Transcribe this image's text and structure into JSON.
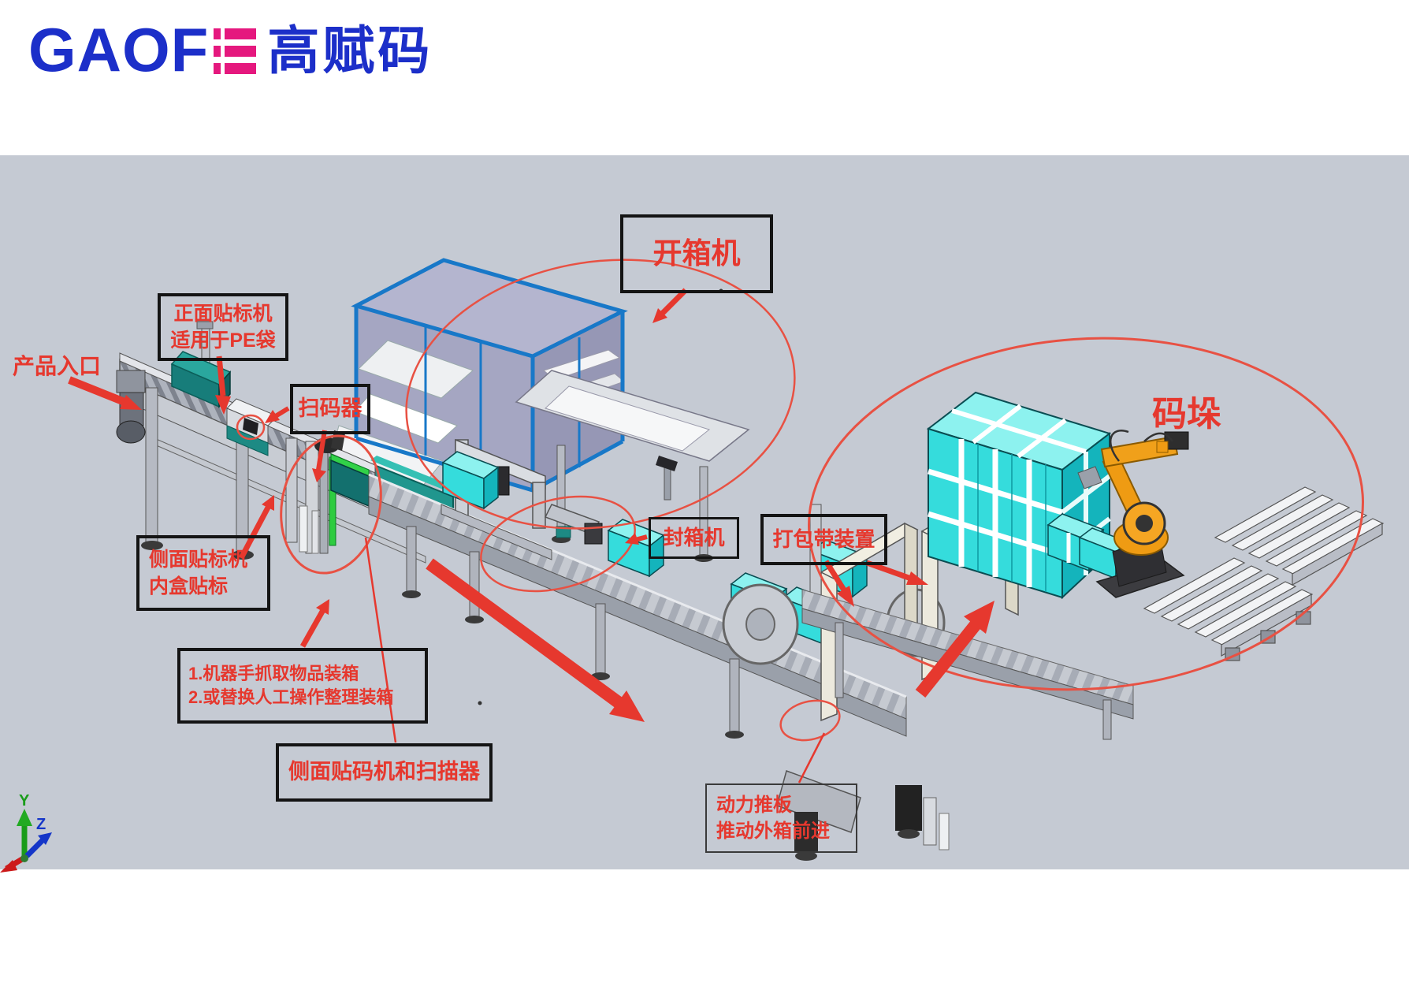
{
  "header": {
    "logo_latin": "GAOFE",
    "logo_latin_visible": "GAOF",
    "logo_cn": "高赋码"
  },
  "colors": {
    "logo_blue": "#1c2fc9",
    "logo_pink": "#e5187e",
    "annotation_red": "#e6382e",
    "diagram_background": "#c5cad3",
    "box_cyan": "#35dcdc",
    "robot_orange": "#ef9b13",
    "cage_frame_blue": "#1878c8",
    "strap_frame_ivory": "#ece9dd"
  },
  "annotations": {
    "product_entry": "产品入口",
    "front_labeler": [
      "正面贴标机",
      "适用于PE袋"
    ],
    "scanner": "扫码器",
    "case_opener": "开箱机",
    "side_labeler": [
      "侧面贴标机",
      "内盒贴标"
    ],
    "packing_note": [
      "1.机器手抓取物品装箱",
      "2.或替换人工操作整理装箱"
    ],
    "side_coder": "侧面贴码机和扫描器",
    "case_sealer": "封箱机",
    "strapping": "打包带装置",
    "palletizing": "码垛",
    "pusher": [
      "动力推板",
      "推动外箱前进"
    ]
  },
  "axis_triad": {
    "y_label": "Y",
    "z_label": "Z"
  }
}
